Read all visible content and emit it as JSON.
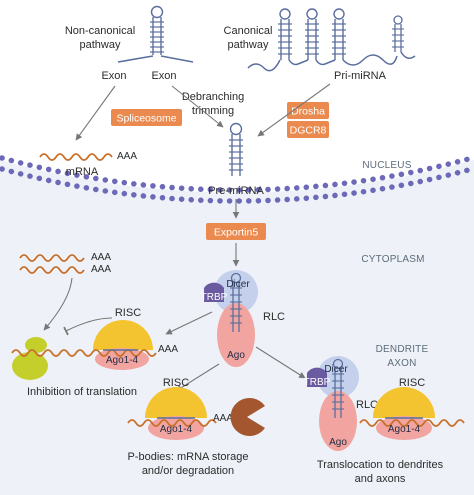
{
  "colors": {
    "enzyme_box": "#eb8a4f",
    "mrna": "#c9702c",
    "mirna_blue": "#5a6e9e",
    "membrane": "#6c6ab8",
    "risc_yellow": "#f4c430",
    "ago_pink": "#f2a5a0",
    "dicer_blue": "#c4d0ec",
    "trbp_purple": "#6a5a9f",
    "pbody_brown": "#a4562e",
    "ribosome_green": "#c5cf2b",
    "cytoplasm_bg": "#eef2f8"
  },
  "labels": {
    "non_canonical": "Non-canonical",
    "pathway_1": "pathway",
    "canonical": "Canonical",
    "pathway_2": "pathway",
    "exon_1": "Exon",
    "exon_2": "Exon",
    "pri_mirna": "Pri-miRNA",
    "debranching": "Debranching",
    "trimming": "trimming",
    "mrna": "mRNA",
    "aaa_nucleus": "AAA",
    "nucleus": "NUCLEUS",
    "pre_mirna": "Pre-miRNA",
    "cytoplasm": "CYTOPLASM",
    "aaa_top_1": "AAA",
    "aaa_top_2": "AAA",
    "risc_1": "RISC",
    "aaa_inhib": "AAA",
    "inhibition": "Inhibition of translation",
    "rlc_1": "RLC",
    "dendrite": "DENDRITE",
    "axon": "AXON",
    "risc_2": "RISC",
    "aaa_pbody": "AAA",
    "pbodies_1": "P-bodies: mRNA storage",
    "pbodies_2": "and/or degradation",
    "rlc_2": "RLC",
    "risc_3": "RISC",
    "translocation_1": "Translocation to dendrites",
    "translocation_2": "and axons"
  },
  "enzymes": {
    "spliceosome": "Spliceosome",
    "drosha": "Drosha",
    "dgcr8": "DGCR8",
    "exportin5": "Exportin5"
  },
  "proteins": {
    "dicer_1": "Dicer",
    "trbp_1": "TRBP",
    "ago_1": "Ago",
    "ago14_1": "Ago1-4",
    "ago14_2": "Ago1-4",
    "dicer_2": "Dicer",
    "trbp_2": "TRBP",
    "ago_2": "Ago",
    "ago14_3": "Ago1-4"
  }
}
